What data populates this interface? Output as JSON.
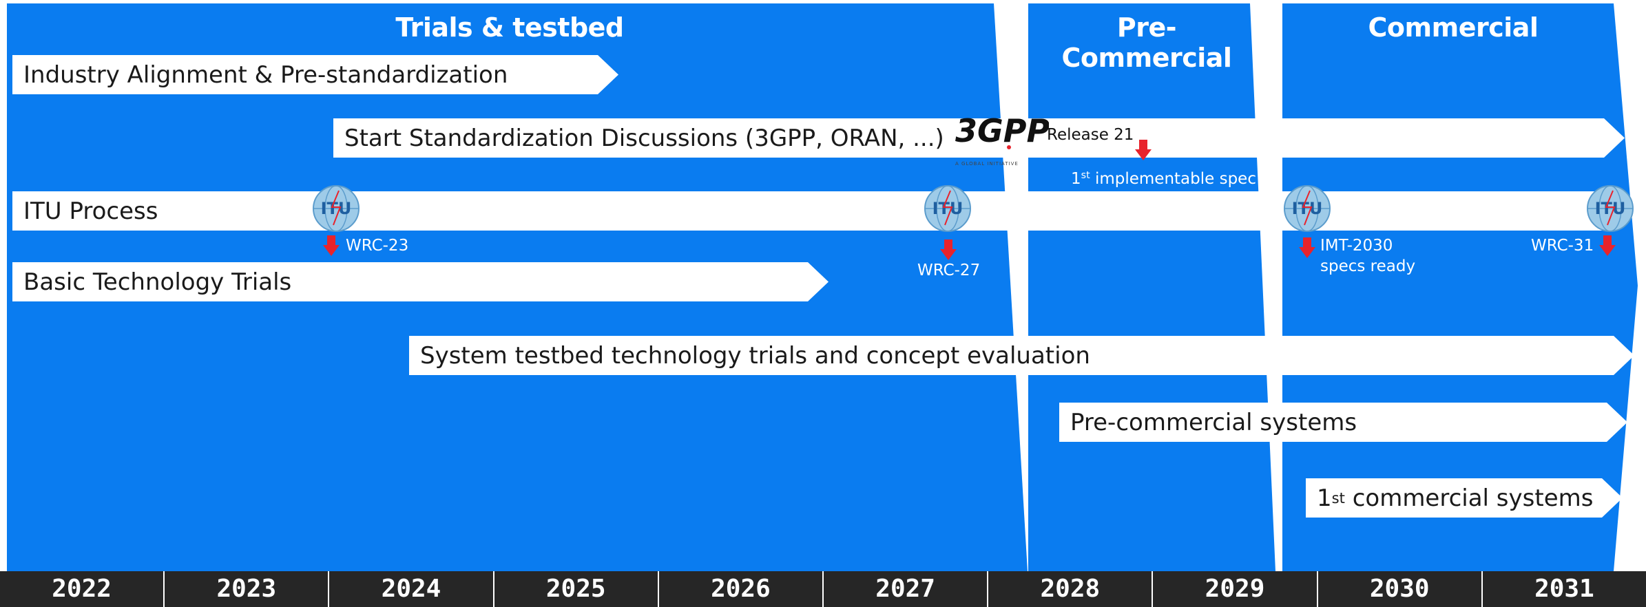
{
  "phases": {
    "trials": "Trials & testbed",
    "precommercial": "Pre-Commercial",
    "commercial": "Commercial"
  },
  "bars": {
    "industry": "Industry Alignment & Pre-standardization",
    "standardization": "Start Standardization Discussions (3GPP, ORAN, ...)",
    "itu": "ITU Process",
    "basic": "Basic Technology Trials",
    "system": "System testbed technology trials and concept evaluation",
    "precomm": "Pre-commercial systems",
    "firstcomm_pre": "1",
    "firstcomm_sup": "st",
    "firstcomm_post": " commercial systems"
  },
  "markers": {
    "wrc23": "WRC-23",
    "wrc27": "WRC-27",
    "imt2030_line1": "IMT-2030",
    "imt2030_line2": "specs ready",
    "wrc31": "WRC-31",
    "release": "Release 21",
    "spec_pre": "1",
    "spec_sup": "st",
    "spec_post": " implementable spec"
  },
  "logo": {
    "gpp_text": "3GPP",
    "gpp_sub": "A GLOBAL INITIATIVE",
    "itu_text": "ITU"
  },
  "years": [
    "2022",
    "2023",
    "2024",
    "2025",
    "2026",
    "2027",
    "2028",
    "2029",
    "2030",
    "2031"
  ],
  "colors": {
    "phase_blue": "#0a7cf0",
    "bar": "#ffffff",
    "arrow": "#e8232c",
    "timeline": "#262626"
  }
}
